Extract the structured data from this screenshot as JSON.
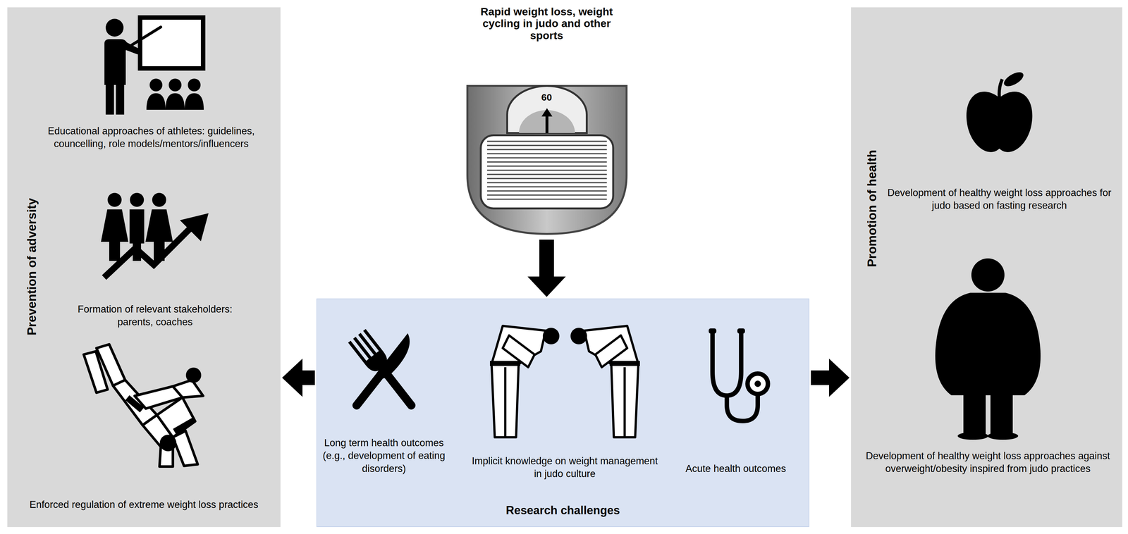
{
  "diagram": {
    "nodes": [
      {
        "text": [
          "Prevention of adversity"
        ]
      },
      {
        "text": [
          "Educational approaches of athletes: guidelines, councelling, role models/mentors/influencers"
        ],
        "in": 0
      },
      {
        "text": [
          "Formation of relevant stakeholders: parents, coaches"
        ],
        "in": 0
      },
      {
        "text": [
          "Enforced regulation of extreme weight loss practices"
        ],
        "in": 0
      },
      {
        "text": [
          "Rapid weight loss, weight cycling in judo and other sports",
          "60"
        ]
      },
      {
        "text": [
          "Research challenges"
        ]
      },
      {
        "text": [
          "Long term health outcomes (e.g., development of eating disorders)"
        ],
        "in": 5
      },
      {
        "text": [
          "Implicit knowledge on weight management in judo culture"
        ],
        "in": 5
      },
      {
        "text": [
          "Acute health outcomes"
        ],
        "in": 5
      },
      {
        "text": [
          "Promotion of health"
        ]
      },
      {
        "text": [
          "Development of healthy weight loss approaches for judo based on fasting research"
        ],
        "in": 9
      },
      {
        "text": [
          "Development of healthy weight loss approaches against overweight/obesity inspired from judo practices"
        ],
        "in": 9
      }
    ],
    "edges": [
      {
        "from": 4,
        "to": 5,
        "arrow": "to"
      },
      {
        "from": 5,
        "to": 0,
        "arrow": "to"
      },
      {
        "from": 5,
        "to": 9,
        "arrow": "to"
      }
    ]
  }
}
